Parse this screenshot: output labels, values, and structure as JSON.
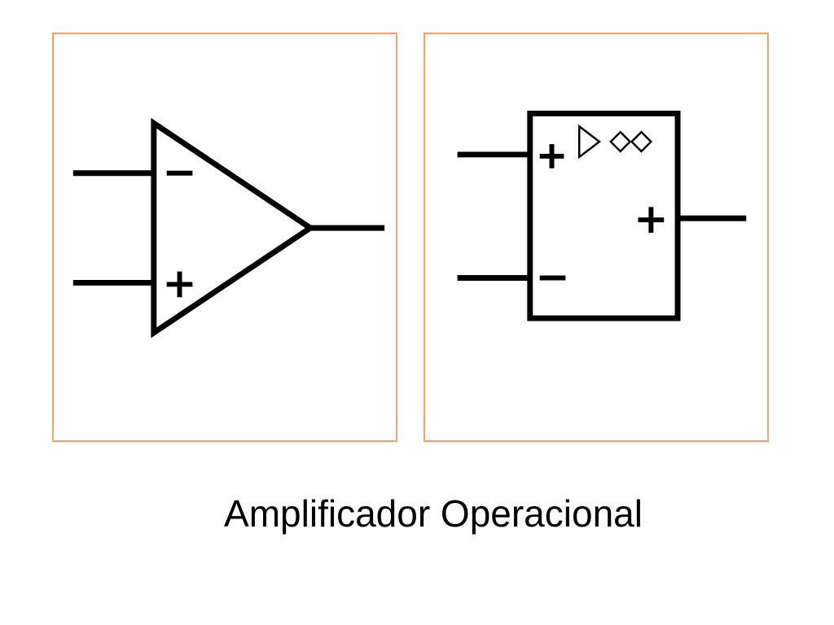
{
  "caption": "Amplificador Operacional",
  "colors": {
    "panel_border": "#f0a36a",
    "symbol_stroke": "#000000"
  },
  "left_symbol": {
    "style": "triangle",
    "upper_input_sign": "−",
    "lower_input_sign": "+"
  },
  "right_symbol": {
    "style": "rectangle",
    "upper_input_sign": "+",
    "lower_input_sign": "−",
    "output_sign": "+",
    "qualifier": "▷∞"
  }
}
